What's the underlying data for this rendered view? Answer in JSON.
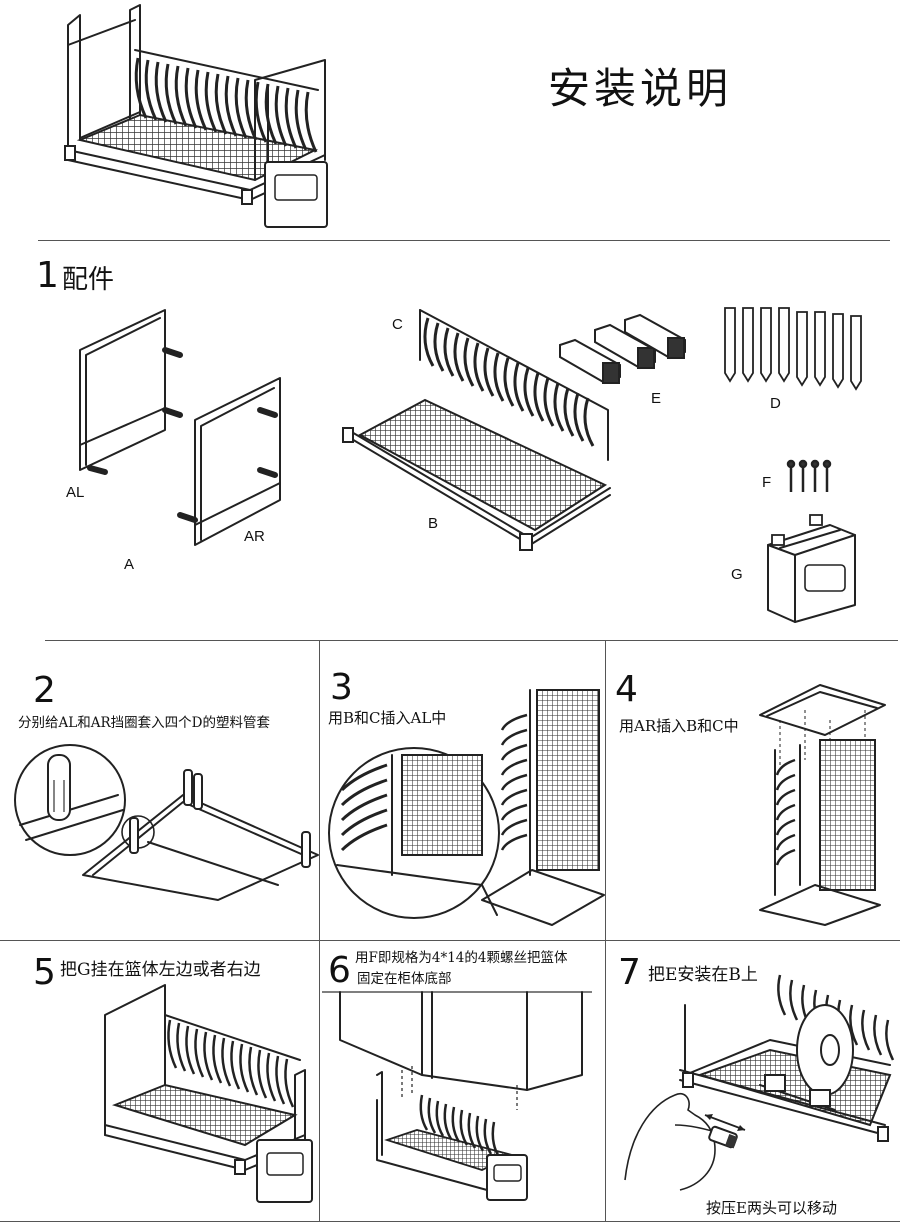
{
  "title": "安装说明",
  "parts": {
    "step_number": "1",
    "heading": "配件",
    "labels": {
      "AL": "AL",
      "AR": "AR",
      "A": "A",
      "B": "B",
      "C": "C",
      "D": "D",
      "E": "E",
      "F": "F",
      "G": "G"
    }
  },
  "steps": [
    {
      "number": "2",
      "text": "分别给AL和AR挡圈套入四个D的塑料管套"
    },
    {
      "number": "3",
      "text": "用B和C插入AL中"
    },
    {
      "number": "4",
      "text": "用AR插入B和C中"
    },
    {
      "number": "5",
      "text": "把G挂在篮体左边或者右边"
    },
    {
      "number": "6",
      "text": "用F即规格为4*14的4颗螺丝把篮体",
      "text2": "固定在柜体底部"
    },
    {
      "number": "7",
      "text": "把E安装在B上"
    }
  ],
  "step7_note": "按压E两头可以移动"
}
